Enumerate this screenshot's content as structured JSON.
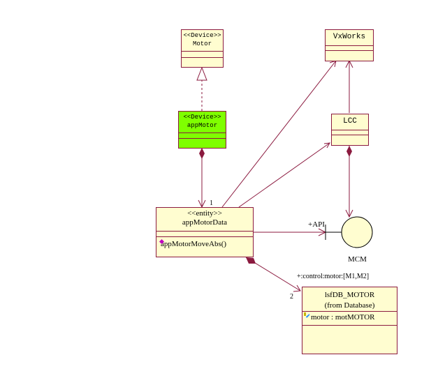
{
  "diagram": {
    "type": "UML class diagram",
    "colors": {
      "border": "#8b1a3f",
      "class_fill": "#fffdd0",
      "highlight_fill": "#7fff00"
    },
    "classes": {
      "motor": {
        "stereotype": "<<Device>>",
        "name": "Motor"
      },
      "appMotor": {
        "stereotype": "<<Device>>",
        "name": "appMotor"
      },
      "vxworks": {
        "name": "VxWorks"
      },
      "lcc": {
        "name": "LCC"
      },
      "appMotorData": {
        "stereotype": "<<entity>>",
        "name": "appMotorData",
        "operations": [
          "appMotorMoveAbs()"
        ]
      },
      "lsfdb": {
        "name": "lsfDB_MOTOR",
        "package": "(from Database)",
        "attributes": [
          "motor : motMOTOR"
        ]
      }
    },
    "interface": {
      "name": "MCM",
      "port_label": "+API"
    },
    "labels": {
      "mult_1": "1",
      "mult_2": "2",
      "role": "+:control:motor:[M1,M2]"
    },
    "relations": [
      {
        "type": "realization",
        "from": "appMotor",
        "to": "Motor"
      },
      {
        "type": "composition",
        "from": "appMotor",
        "to": "appMotorData"
      },
      {
        "type": "association",
        "from": "appMotorData",
        "to": "VxWorks"
      },
      {
        "type": "association",
        "from": "appMotorData",
        "to": "LCC"
      },
      {
        "type": "association",
        "from": "LCC",
        "to": "VxWorks"
      },
      {
        "type": "composition",
        "from": "LCC",
        "to": "MCM"
      },
      {
        "type": "association",
        "from": "appMotorData",
        "to": "MCM"
      },
      {
        "type": "composition",
        "from": "appMotorData",
        "to": "lsfDB_MOTOR"
      }
    ]
  }
}
